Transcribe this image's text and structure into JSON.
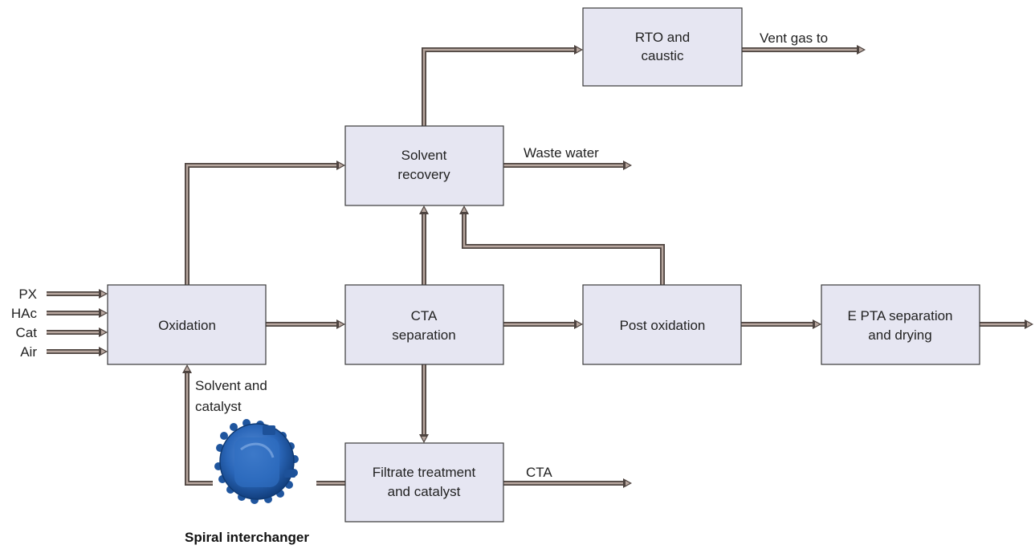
{
  "blocks": {
    "rto": {
      "line1": "RTO and",
      "line2": "caustic"
    },
    "solvent": {
      "line1": "Solvent",
      "line2": "recovery"
    },
    "oxidation": {
      "line1": "Oxidation"
    },
    "cta_sep": {
      "line1": "CTA",
      "line2": "separation"
    },
    "post_ox": {
      "line1": "Post oxidation"
    },
    "epta": {
      "line1": "E PTA separation",
      "line2": "and drying"
    },
    "filtrate": {
      "line1": "Filtrate treatment",
      "line2": "and catalyst"
    }
  },
  "streams": {
    "vent_gas": "Vent gas to",
    "waste_water": "Waste water",
    "cta_out": "CTA",
    "solvent_catalyst_1": "Solvent and",
    "solvent_catalyst_2": "catalyst"
  },
  "feeds": [
    "PX",
    "HAc",
    "Cat",
    "Air"
  ],
  "equipment": {
    "caption": "Spiral interchanger",
    "icon": "spiral-heat-exchanger-icon"
  },
  "colors": {
    "block_fill": "#e6e6f2",
    "pipe_dark": "#4e4440",
    "pipe_light": "#b8a79f",
    "equipment_blue": "#2a66b8"
  }
}
